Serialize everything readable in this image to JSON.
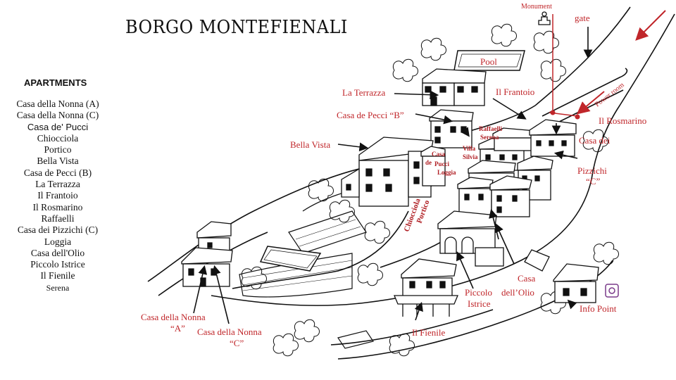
{
  "title": "BORGO MONTEFIENALI",
  "apartments": {
    "heading": "APARTMENTS",
    "items": [
      "Casa della Nonna (A)",
      "Casa della Nonna (C)",
      "Casa de' Pucci",
      "Chiocciola",
      "Portico",
      "Bella Vista",
      "Casa de Pecci (B)",
      "La Terrazza",
      "Il Frantoio",
      "Il Rosmarino",
      "Raffaelli",
      "Casa dei Pizzichi (C)",
      "Loggia",
      "Casa dell'Olio",
      "Piccolo Istrice",
      "Il Fienile",
      "Serena"
    ]
  },
  "map_labels": {
    "monument": "Monument",
    "gate": "gate",
    "power_room": "Power room",
    "pool": "Pool",
    "la_terrazza": "La Terrazza",
    "il_frantoio": "Il Frantoio",
    "casa_de_pecci": "Casa de Pecci “B”",
    "raffaelli": "Raffaelli",
    "serena": "Serena",
    "il_rosmarino": "Il Rosmarino",
    "bella_vista": "Bella Vista",
    "villa_silvia_1": "Villa",
    "villa_silvia_2": "Silvia",
    "casa_de_pucci_1": "Casa",
    "casa_de_pucci_2": "de",
    "casa_de_pucci_3": "Pucci",
    "loggia": "Loggia",
    "pizzichi_1": "Casa dei",
    "pizzichi_2": "Pizzichi",
    "pizzichi_3": "“C”",
    "chiocciola": "Chiocciola",
    "portico": "Portico",
    "casa_olio_1": "Casa",
    "casa_olio_2": "dell’Olio",
    "piccolo_istrice_1": "Piccolo",
    "piccolo_istrice_2": "Istrice",
    "il_fienile": "Il Fienile",
    "nonna_a_1": "Casa della Nonna",
    "nonna_a_2": "“A”",
    "nonna_c_1": "Casa della Nonna",
    "nonna_c_2": "“C”",
    "info_point": "Info Point"
  },
  "colors": {
    "label_red": "#c0262a",
    "ink": "#111111",
    "paper": "#ffffff"
  },
  "icons": [
    "monument-icon",
    "info-point-icon",
    "arrow-icon"
  ]
}
